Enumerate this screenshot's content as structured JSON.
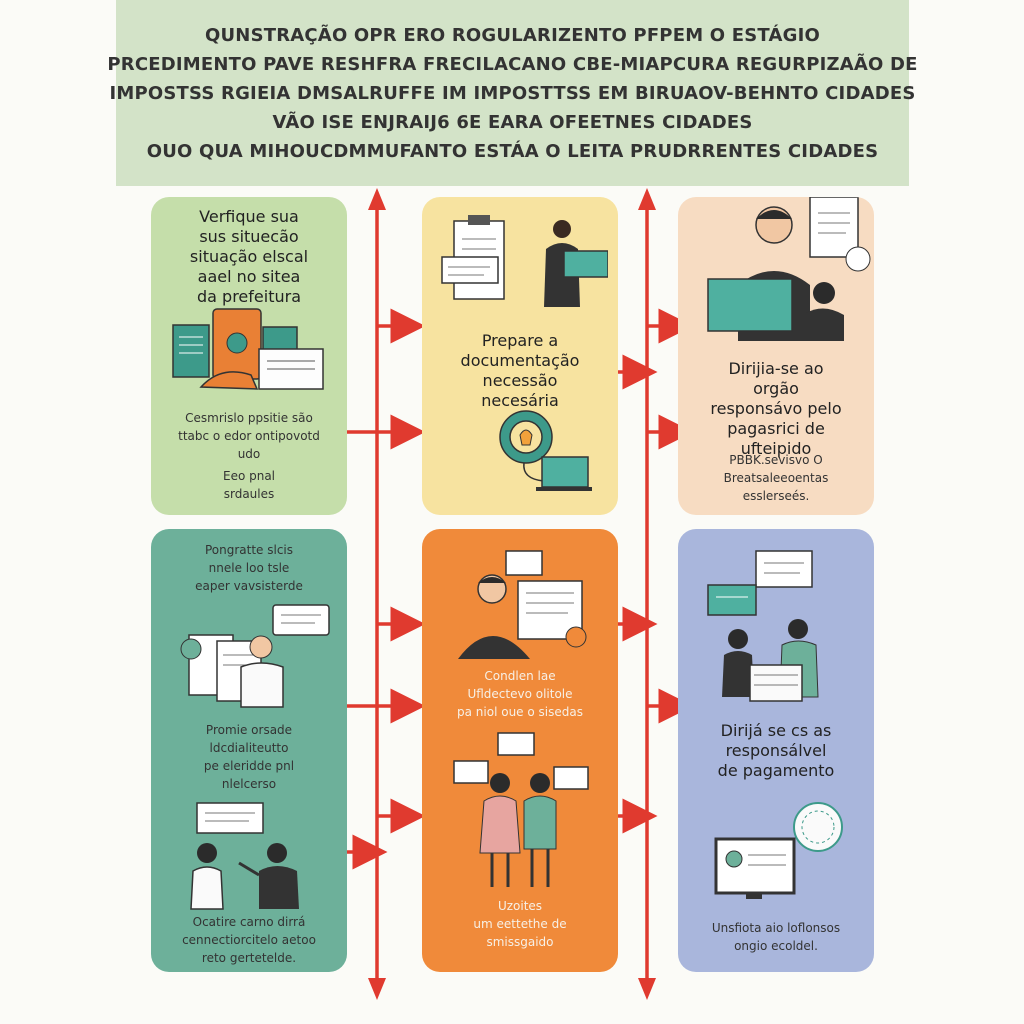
{
  "header": {
    "lines": [
      "QUNSTRAÇÃO OPR ERO ROGULARIZENTO PFPEM O ESTÁGIO",
      "PRCEDIMENTO PAVE RESHFRA FRECILACANO CBE-MIAPCURA REGURPIZAÃO DE",
      "IMPOSTSS RGIEIA DMSALRUFFE IM IMPOSTTSS EM BIRUAOV-BEHNTO CIDADES",
      "VÃO ISE ENJRAIJ6 6E EARA OFEETNES CIDADES",
      "OUO QUA MIHOUCDMMUFANTO ESTÁA O LEITA PRUDRRENTES CIDADES"
    ]
  },
  "cards": {
    "c1": {
      "title": [
        "Verfique sua",
        "sus situecão",
        "situação elscal",
        "aael no sitea",
        "da prefeitura"
      ],
      "text1": [
        "Cesmrislo ppsitie são",
        "ttabc o edor ontipovotd",
        "udo"
      ],
      "text2": [
        "Eeo pnal",
        "srdaules"
      ],
      "color": "#c5deaa"
    },
    "c2": {
      "title": [
        "Prepare a",
        "documentação",
        "necessão",
        "necesária"
      ],
      "color": "#f7e3a0"
    },
    "c3": {
      "title": [
        "Dirijia-se ao",
        "orgão",
        "responsávo pelo",
        "pagasrici de",
        "ufteipido"
      ],
      "text1": [
        "PBBK.sevisvo O",
        "Breatsaleeoentas",
        "esslerseés."
      ],
      "color": "#f7dcc2"
    },
    "c4": {
      "text1": [
        "Pongratte slcis",
        "nnele loo tsle",
        "eaper vavsisterde"
      ],
      "text2": [
        "Promie orsade",
        "ldcdialiteutto",
        "pe eleridde pnl",
        "nlelcerso"
      ],
      "text3": [
        "Ocatire carno dirrá",
        "cennectiorcitelo aetoo",
        "reto gertetelde."
      ],
      "color": "#6db09a"
    },
    "c5": {
      "text1": [
        "Condlen lae",
        "Ufldectevo olitole",
        "pa niol oue o sisedas"
      ],
      "text2": [
        "Uzoites",
        "um eettethe de",
        "smissgaido"
      ],
      "color": "#f08a3a"
    },
    "c6": {
      "title": [
        "Dirijá se cs as",
        "responsálvel",
        "de pagamento"
      ],
      "text1": [
        "Unsfiota aio loflonsos",
        "ongio ecoldel."
      ],
      "color": "#a9b6dc"
    }
  },
  "colors": {
    "arrow": "#e03a2f",
    "header": "#d3e3c8"
  }
}
